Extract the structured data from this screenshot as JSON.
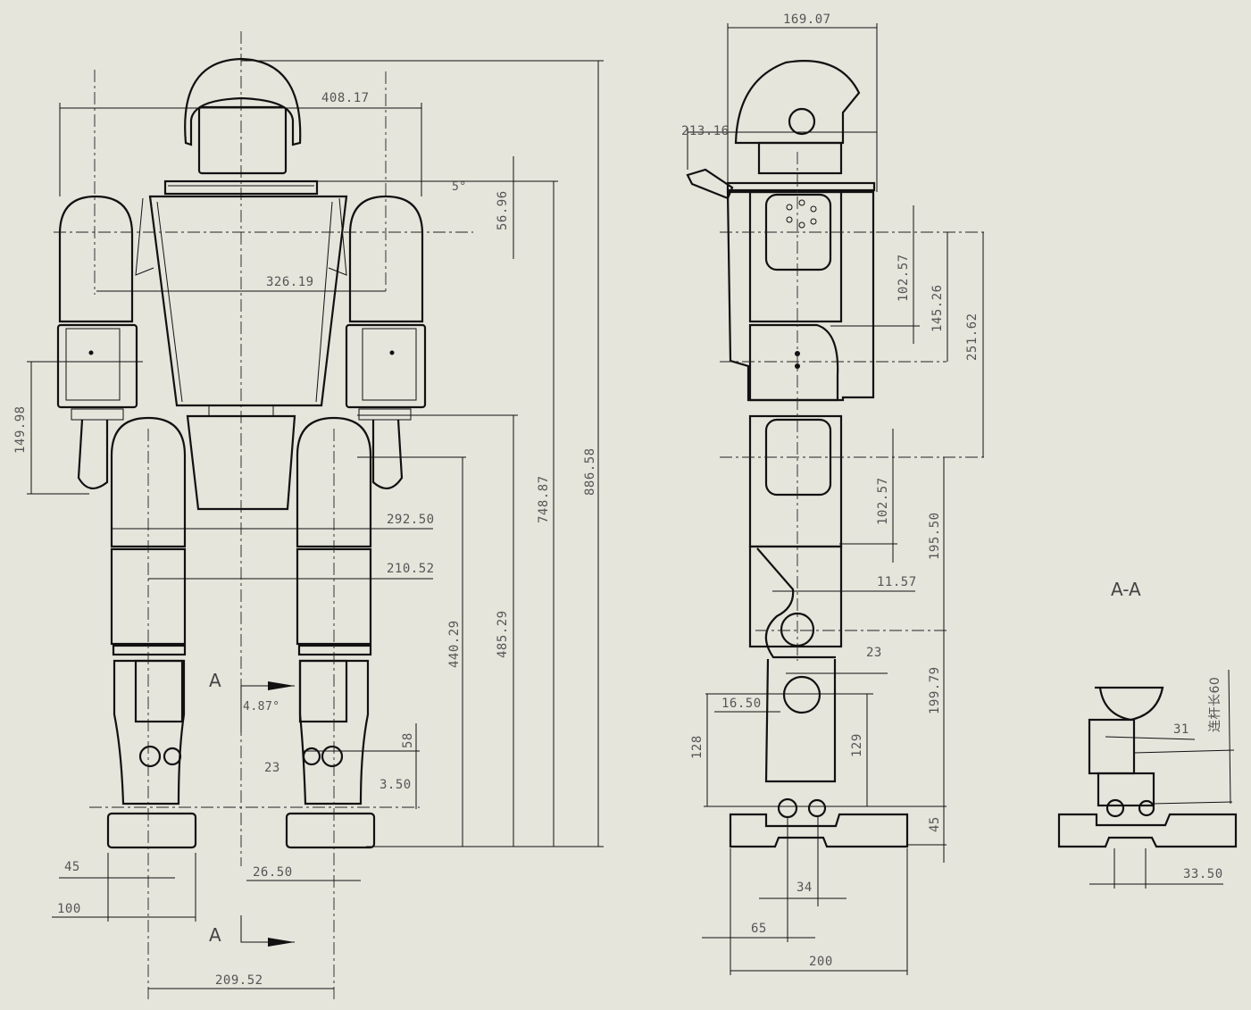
{
  "drawing": {
    "background_color": "#e5e5dc",
    "line_color": "#111111",
    "dimension_text_color": "#555555"
  },
  "front_view": {
    "dimensions": {
      "overall_width": "408.17",
      "shoulder_width": "326.19",
      "shoulder_angle": "5°",
      "shoulder_offset": "56.96",
      "arm_lower": "149.98",
      "hip_width": "292.50",
      "knee_width": "210.52",
      "height_hip": "440.29",
      "height_crotch": "485.29",
      "height_shoulder": "748.87",
      "total_height": "886.58",
      "ankle_angle": "4.87°",
      "ankle_link": "23",
      "ankle_height": "58",
      "ankle_offset": "3.50",
      "foot_inner": "45",
      "foot_width": "100",
      "foot_offset": "26.50",
      "foot_spacing": "209.52"
    },
    "section_marks": {
      "top": "A",
      "bottom": "A"
    }
  },
  "side_view": {
    "dimensions": {
      "head_depth": "169.07",
      "head_reach": "213.16",
      "upper_arm": "102.57",
      "shoulder_elbow": "145.26",
      "arm_total": "251.62",
      "thigh": "102.57",
      "thigh_offset": "11.57",
      "hip_knee": "195.50",
      "knee_ankle": "199.79",
      "shin_link": "23",
      "link_offset": "16.50",
      "link_height_a": "128",
      "link_height_b": "129",
      "foot_height": "45",
      "ankle_spacing": "34",
      "heel_offset": "65",
      "foot_length": "200"
    }
  },
  "section_view": {
    "title": "A-A",
    "dimensions": {
      "link_width": "31",
      "rod_note": "连杆长60",
      "ankle_offset": "33.50"
    }
  }
}
